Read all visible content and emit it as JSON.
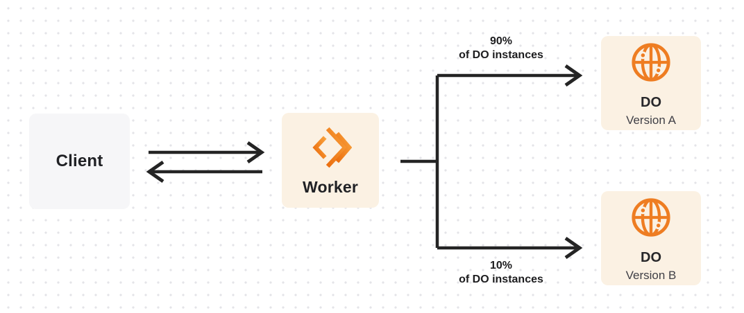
{
  "nodes": {
    "client": {
      "label": "Client"
    },
    "worker": {
      "label": "Worker",
      "icon": "cloudflare-workers-icon"
    },
    "do_version_a": {
      "title": "DO",
      "subtitle": "Version A",
      "icon": "durable-object-globe-icon"
    },
    "do_version_b": {
      "title": "DO",
      "subtitle": "Version B",
      "icon": "durable-object-globe-icon"
    }
  },
  "edges": {
    "client_worker": {
      "type": "bidirectional-arrow"
    },
    "split_top": {
      "percent": "90%",
      "caption": "of DO instances"
    },
    "split_bottom": {
      "percent": "10%",
      "caption": "of DO instances"
    }
  },
  "colors": {
    "background": "#FFFFFF",
    "dot_grid": "#E4E4E8",
    "node_gray": "#F6F6F8",
    "node_cream": "#FBF1E3",
    "accent_orange": "#EE7D22",
    "accent_orange_light": "#F9A13B",
    "accent_orange_dark": "#EB6E0F",
    "line_dark": "#242424",
    "text_primary": "#202125",
    "text_secondary": "#3F3F46"
  }
}
